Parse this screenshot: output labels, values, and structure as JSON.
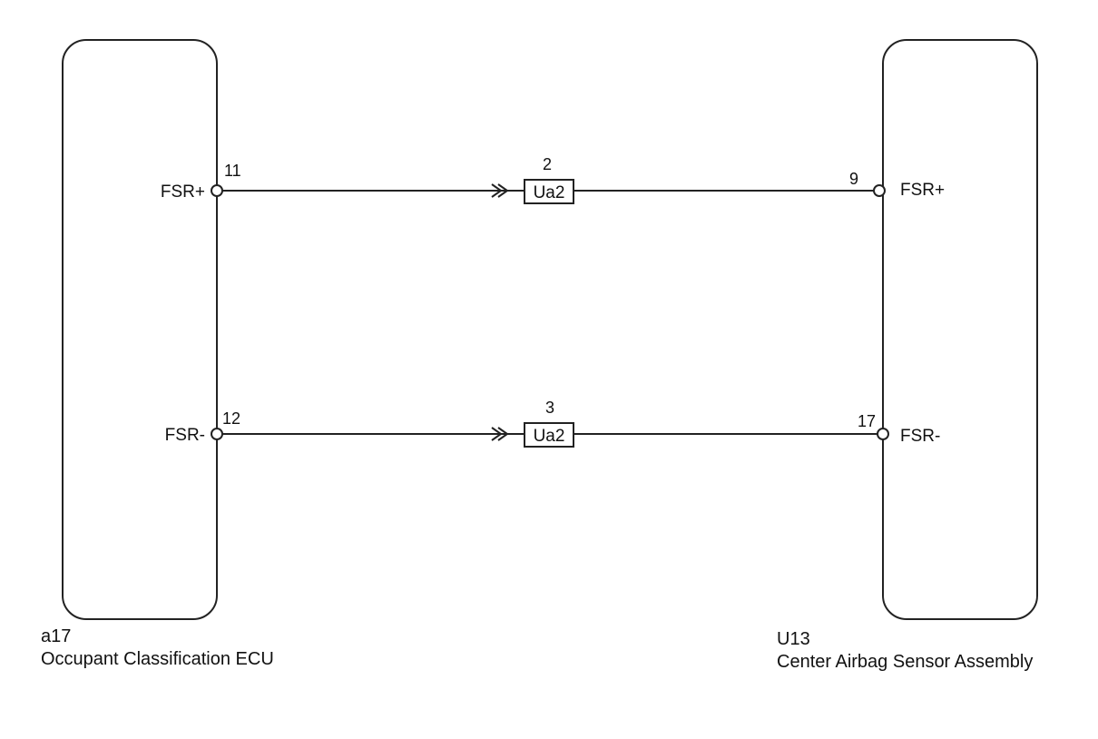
{
  "left_component": {
    "code": "a17",
    "name": "Occupant Classification ECU",
    "terminals": [
      {
        "label": "FSR+",
        "pin": "11"
      },
      {
        "label": "FSR-",
        "pin": "12"
      }
    ]
  },
  "right_component": {
    "code": "U13",
    "name": "Center Airbag Sensor Assembly",
    "terminals": [
      {
        "label": "FSR+",
        "pin": "9"
      },
      {
        "label": "FSR-",
        "pin": "17"
      }
    ]
  },
  "connectors": [
    {
      "name": "Ua2",
      "pin": "2"
    },
    {
      "name": "Ua2",
      "pin": "3"
    }
  ]
}
